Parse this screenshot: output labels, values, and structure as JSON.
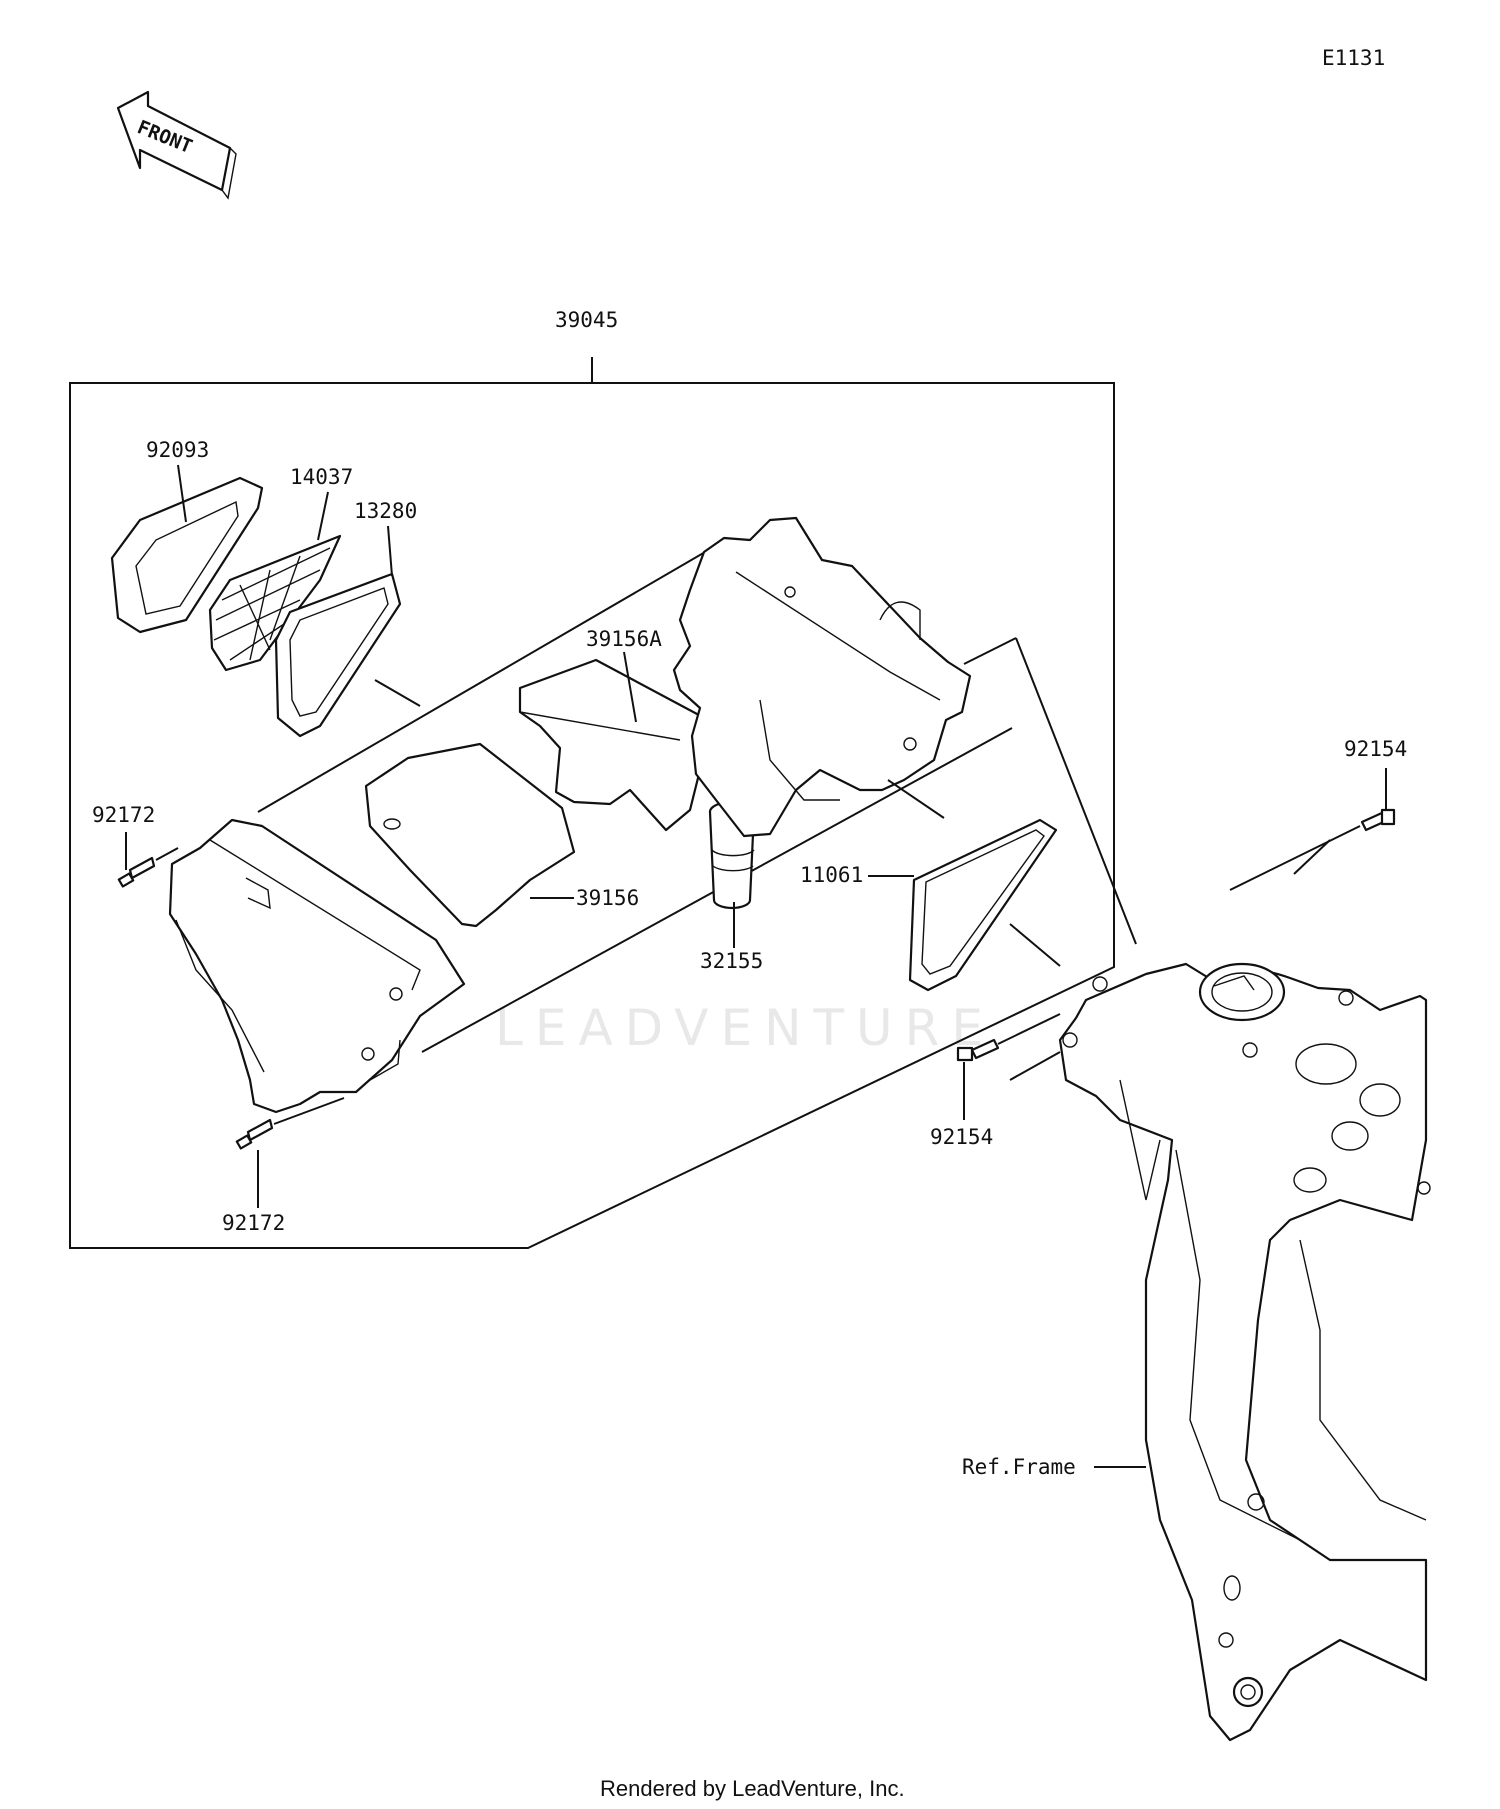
{
  "diagram_code": "E1131",
  "front_arrow_label": "FRONT",
  "watermark": "LEADVENTURE",
  "assembly_label": "39045",
  "parts": {
    "p92093": "92093",
    "p14037": "14037",
    "p13280": "13280",
    "p39156a": "39156A",
    "p39156": "39156",
    "p32155": "32155",
    "p11061": "11061",
    "p92172_top": "92172",
    "p92172_bottom": "92172",
    "p92154_right": "92154",
    "p92154_lower": "92154"
  },
  "ref_frame_label": "Ref.Frame",
  "footer": "Rendered by LeadVenture, Inc."
}
